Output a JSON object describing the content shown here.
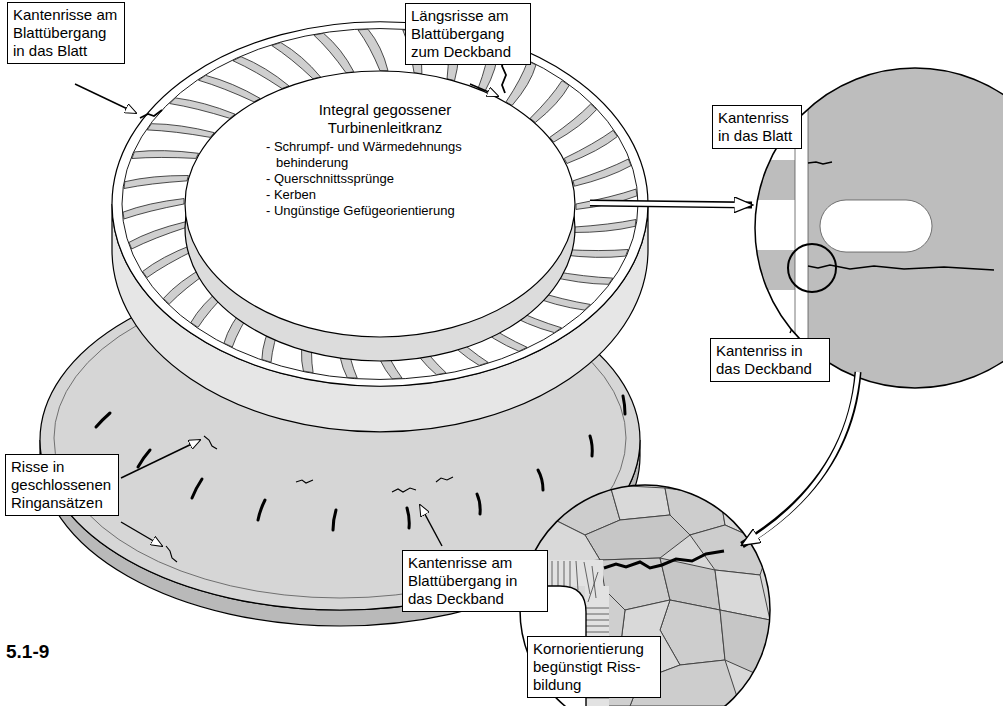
{
  "diagram": {
    "nodes": [
      {
        "text": [
          "Kantenrisse am Blattübergang in das Blatt"
        ]
      },
      {
        "text": [
          "Längsrisse am Blattübergang zum Deckband"
        ]
      },
      {
        "text": [
          "Kantenriss in das Blatt"
        ]
      },
      {
        "text": [
          "Kantenriss in das Deckband"
        ]
      },
      {
        "text": [
          "Risse in geschlossenen Ringansätzen"
        ]
      },
      {
        "text": [
          "Kantenrisse am Blattübergang in das Deckband"
        ]
      },
      {
        "text": [
          "Kornorientierung begünstigt Riss- bildung"
        ]
      }
    ],
    "labels": [
      "Integral gegossener Turbinenleitkranz",
      "- Schrumpf- und Wärmedehnungs behinderung",
      "- Querschnittssprünge",
      "- Kerben",
      "- Ungünstige Gefügeorientierung",
      "5.1-9"
    ]
  }
}
